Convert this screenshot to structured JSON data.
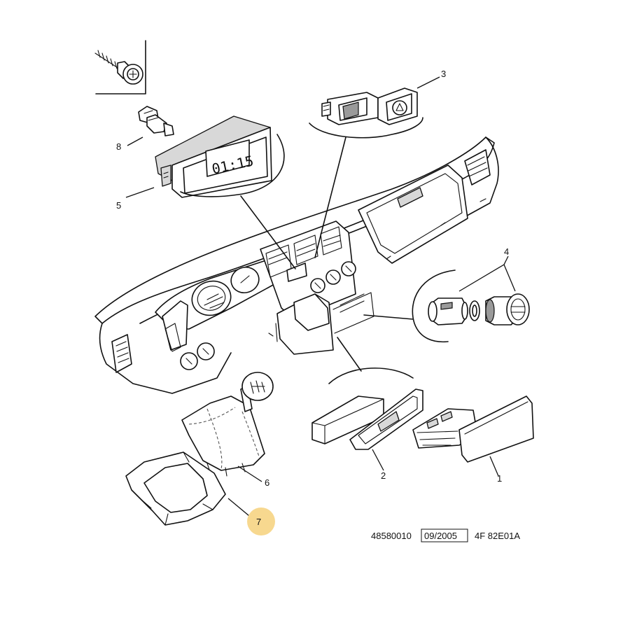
{
  "diagram": {
    "clock_display": "01:15",
    "callouts": [
      {
        "id": "1",
        "label": "1"
      },
      {
        "id": "2",
        "label": "2"
      },
      {
        "id": "3",
        "label": "3"
      },
      {
        "id": "4",
        "label": "4"
      },
      {
        "id": "5",
        "label": "5"
      },
      {
        "id": "6",
        "label": "6"
      },
      {
        "id": "7",
        "label": "7"
      },
      {
        "id": "8",
        "label": "8"
      }
    ],
    "highlight": {
      "callout": "7",
      "color": "#f7d88f"
    },
    "footer": {
      "ref_number": "48580010",
      "date": "09/2005",
      "code": "4F 82E01A"
    }
  }
}
